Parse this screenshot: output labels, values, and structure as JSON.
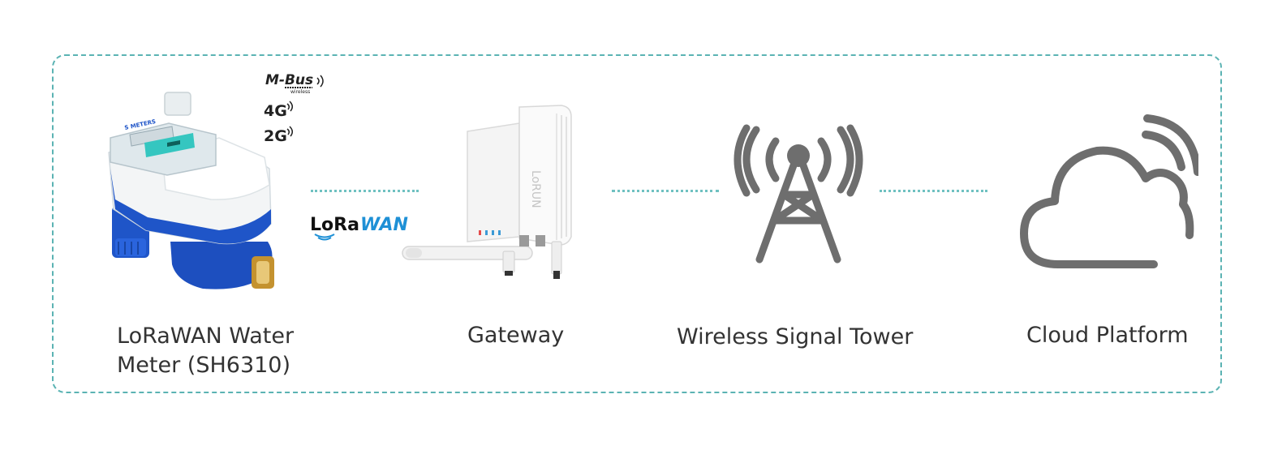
{
  "protocols": {
    "mbus": "M-Bus",
    "mbus_sub": "wireless",
    "fourg": "4G",
    "twog": "2G"
  },
  "lorawan_logo": {
    "part1": "LoRa",
    "part2": "WAN"
  },
  "nodes": [
    {
      "label_line1": "LoRaWAN Water",
      "label_line2": "Meter (SH6310)"
    },
    {
      "label": "Gateway"
    },
    {
      "label": "Wireless Signal Tower"
    },
    {
      "label": "Cloud Platform"
    }
  ],
  "device_text": {
    "meter_brand": "S METERS",
    "gateway_brand": "LoRUN"
  },
  "colors": {
    "frame_border": "#5bb3b3",
    "connector": "#6fc1c1",
    "icon_gray": "#6e6e6e",
    "meter_blue": "#1f55c8",
    "lorawan_blue": "#1e90d6"
  },
  "icons": [
    "water-meter-image",
    "gateway-image",
    "signal-tower-icon",
    "cloud-icon"
  ]
}
